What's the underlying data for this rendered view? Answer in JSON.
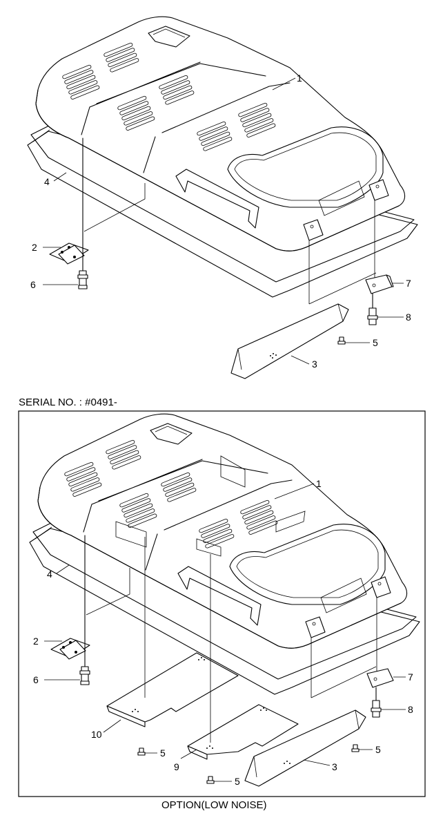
{
  "serial_caption": "SERIAL NO. : #0491-",
  "option_caption": "OPTION(LOW NOISE)",
  "callouts_top": [
    {
      "id": "1",
      "text": "1"
    },
    {
      "id": "2",
      "text": "2"
    },
    {
      "id": "3",
      "text": "3"
    },
    {
      "id": "4",
      "text": "4"
    },
    {
      "id": "5",
      "text": "5"
    },
    {
      "id": "6",
      "text": "6"
    },
    {
      "id": "7",
      "text": "7"
    },
    {
      "id": "8",
      "text": "8"
    }
  ],
  "callouts_bottom": [
    {
      "id": "1",
      "text": "1"
    },
    {
      "id": "2",
      "text": "2"
    },
    {
      "id": "3",
      "text": "3"
    },
    {
      "id": "4",
      "text": "4"
    },
    {
      "id": "5a",
      "text": "5"
    },
    {
      "id": "5b",
      "text": "5"
    },
    {
      "id": "5c",
      "text": "5"
    },
    {
      "id": "6",
      "text": "6"
    },
    {
      "id": "7",
      "text": "7"
    },
    {
      "id": "8",
      "text": "8"
    },
    {
      "id": "9",
      "text": "9"
    },
    {
      "id": "10",
      "text": "10"
    }
  ]
}
